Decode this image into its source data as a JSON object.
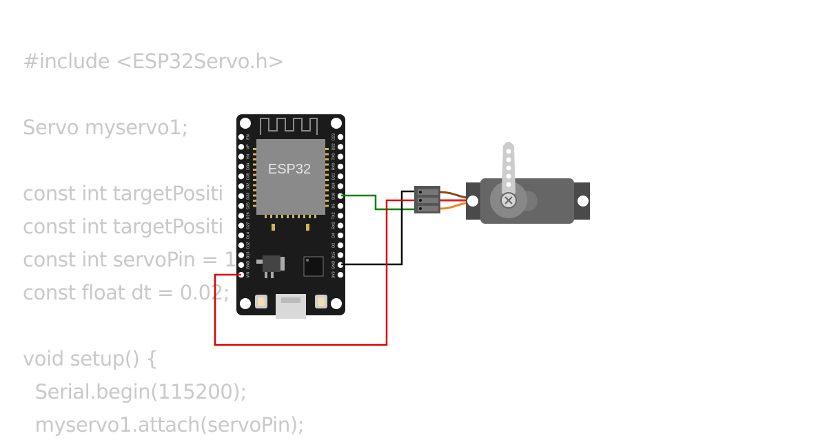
{
  "code_lines": [
    "#include <ESP32Servo.h>",
    "",
    "Servo myservo1;",
    "",
    "const int targetPositi",
    "const int targetPositi",
    "const int servoPin = 1",
    "const float dt = 0.02;",
    "",
    "void setup() {",
    "  Serial.begin(115200);",
    "  myservo1.attach(servoPin);"
  ],
  "esp32": {
    "chip_label": "ESP32",
    "left_pins": [
      "EN",
      "VP",
      "VN",
      "D34",
      "D35",
      "D32",
      "D33",
      "D25",
      "D26",
      "D27",
      "D14",
      "D12",
      "D13",
      "GND",
      "VIN"
    ],
    "right_pins": [
      "D23",
      "D22",
      "TX0",
      "RX0",
      "D21",
      "D19",
      "D18",
      "D5",
      "TX2",
      "RX2",
      "D4",
      "D2",
      "D15",
      "GND",
      "3V3"
    ]
  },
  "colors": {
    "code_text": "#c9c9c9",
    "board": "#1b1b1b",
    "chip": "#8a8a8a",
    "wire_signal": "#008000",
    "wire_ground": "#000000",
    "wire_power": "#dd0000",
    "servo_body": "#666666",
    "servo_wire_orange": "#f58220",
    "servo_wire_red": "#e02020",
    "servo_wire_brown": "#8b4513"
  }
}
